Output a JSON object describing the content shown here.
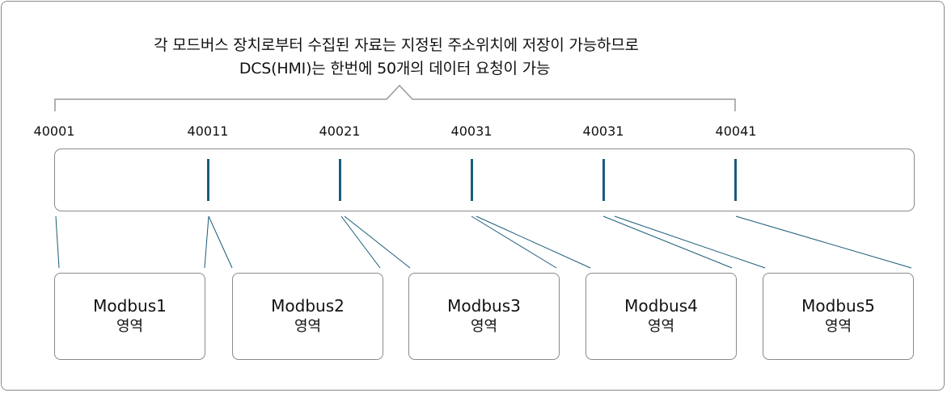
{
  "caption": {
    "line1": "각 모드버스 장치로부터 수집된 자료는 지정된 주소위치에 저장이 가능하므로",
    "line2": "DCS(HMI)는 한번에 50개의 데이터 요청이 가능"
  },
  "addresses": [
    "40001",
    "40011",
    "40021",
    "40031",
    "40031",
    "40041"
  ],
  "modules": [
    {
      "name": "Modbus1",
      "area": "영역"
    },
    {
      "name": "Modbus2",
      "area": "영역"
    },
    {
      "name": "Modbus3",
      "area": "영역"
    },
    {
      "name": "Modbus4",
      "area": "영역"
    },
    {
      "name": "Modbus5",
      "area": "영역"
    }
  ],
  "colors": {
    "tick": "#1a5c78",
    "connector": "#1a5c78",
    "border": "#8a8a8a",
    "bracket": "#999999"
  }
}
